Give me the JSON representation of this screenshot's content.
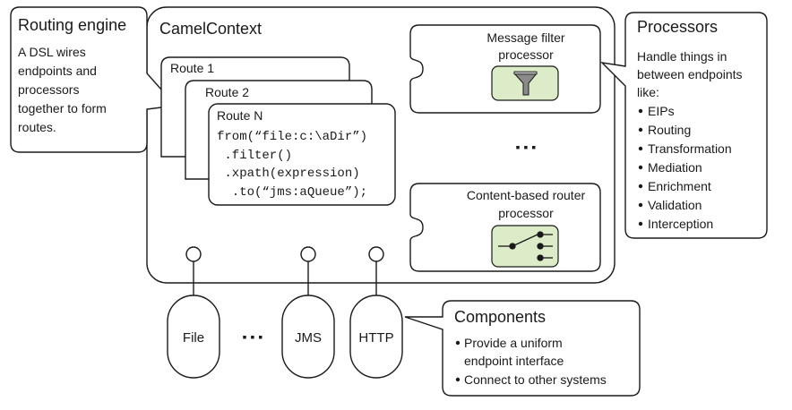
{
  "routing_engine": {
    "title": "Routing engine",
    "lines": [
      "A DSL wires",
      "endpoints and",
      "processors",
      "together to form",
      "routes."
    ]
  },
  "camel_context": {
    "title": "CamelContext"
  },
  "routes": {
    "route1": "Route 1",
    "route2": "Route 2",
    "routeN": "Route N",
    "code": [
      "from(“file:c:\\aDir”)",
      " .filter()",
      " .xpath(expression)",
      "  .to(“jms:aQueue”);"
    ]
  },
  "processors_panel": {
    "filter_processor": [
      "Message filter",
      "processor"
    ],
    "router_processor": [
      "Content-based router",
      "processor"
    ],
    "ellipsis": "▪ ▪ ▪"
  },
  "processors": {
    "title": "Processors",
    "intro": [
      "Handle things in",
      "between endpoints",
      "like:"
    ],
    "items": [
      "EIPs",
      "Routing",
      "Transformation",
      "Mediation",
      "Enrichment",
      "Validation",
      "Interception"
    ]
  },
  "endpoints": {
    "file": "File",
    "ellipsis": "▪ ▪ ▪",
    "jms": "JMS",
    "http": "HTTP"
  },
  "components": {
    "title": "Components",
    "items": [
      [
        "Provide a uniform",
        "endpoint interface"
      ],
      [
        "Connect to other systems"
      ]
    ]
  }
}
